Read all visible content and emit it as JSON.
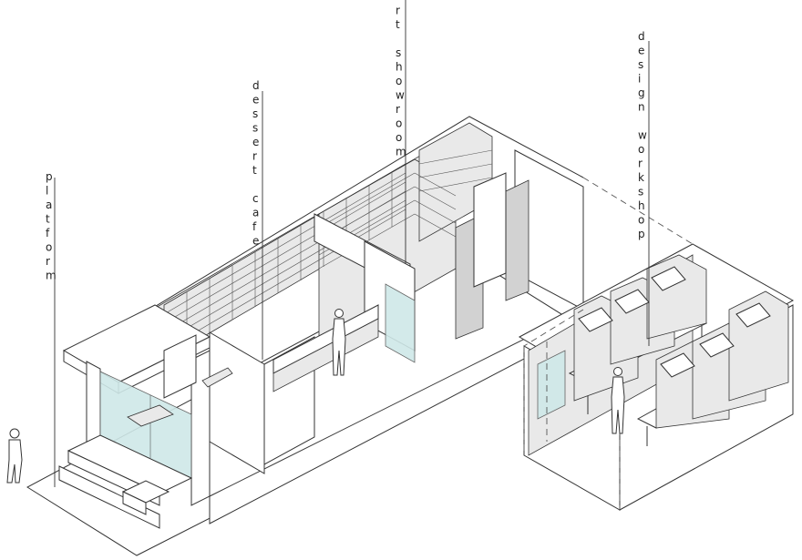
{
  "labels": {
    "platform": "platform",
    "dessert_cafe": "dessert cafe",
    "art_showroom": "art showroom",
    "design_workshop": "design workshop"
  }
}
